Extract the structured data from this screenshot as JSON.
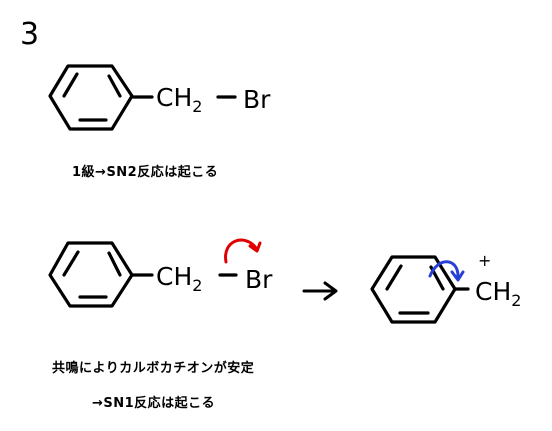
{
  "problem_number": "3",
  "reaction1": {
    "group": "CH",
    "group_sub": "2",
    "leaving": "Br",
    "caption": "1級→SN2反応は起こる"
  },
  "reaction2": {
    "group": "CH",
    "group_sub": "2",
    "leaving": "Br",
    "product_group": "CH",
    "product_sub": "2",
    "product_charge": "+",
    "caption_line1": "共鳴によりカルボカチオンが安定",
    "caption_line2": "→SN1反応は起こる"
  },
  "colors": {
    "ink": "#000000",
    "curved_arrow_leaving": "#e00000",
    "curved_arrow_resonance": "#2a3fd6"
  }
}
